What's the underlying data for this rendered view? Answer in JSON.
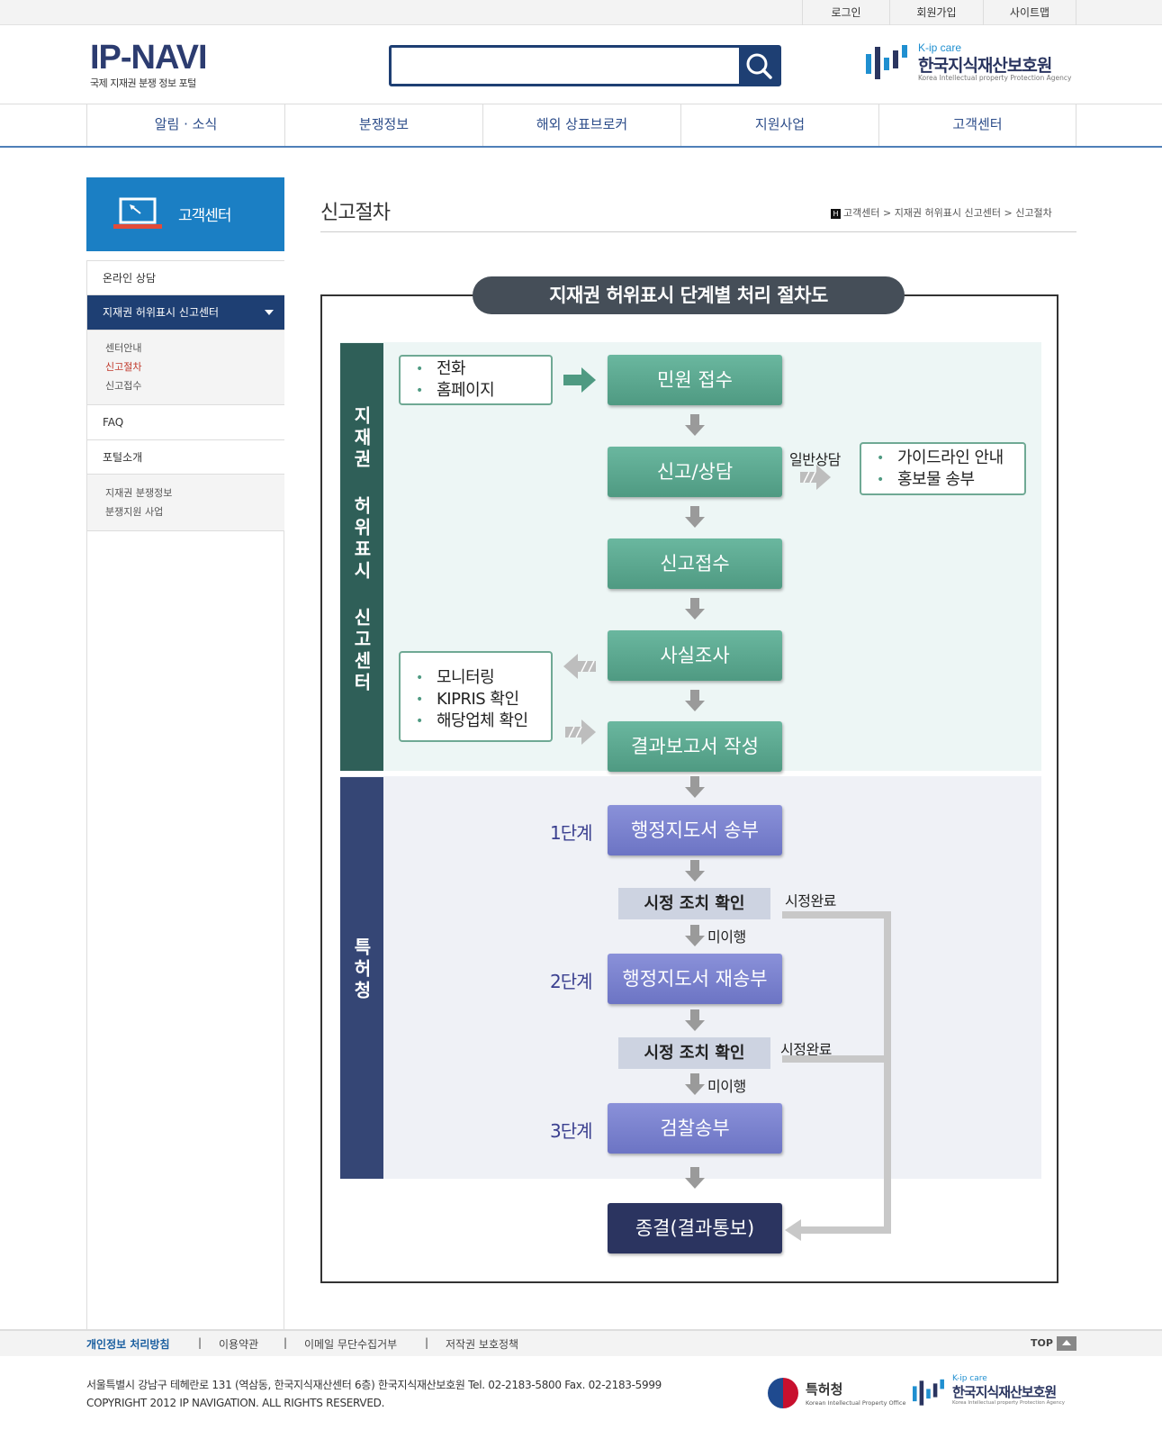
{
  "utility": {
    "login": "로그인",
    "join": "회원가입",
    "sitemap": "사이트맵"
  },
  "logo": {
    "main": "IP-NAVI",
    "sub": "국제 지재권 분쟁 정보 포털"
  },
  "search": {
    "placeholder": ""
  },
  "agency": {
    "small": "K-ip care",
    "name": "한국지식재산보호원",
    "english": "Korea Intellectual property Protection Agency"
  },
  "gnb": [
    "알림 · 소식",
    "분쟁정보",
    "해외 상표브로커",
    "지원사업",
    "고객센터"
  ],
  "lnb": {
    "title": "고객센터",
    "items": {
      "online": "온라인 상담",
      "report_center": "지재권 허위표시 신고센터",
      "sub1": "센터안내",
      "sub2": "신고절차",
      "sub3": "신고접수",
      "faq": "FAQ",
      "portal": "포털소개",
      "sub4": "지재권 분쟁정보",
      "sub5": "분쟁지원 사업"
    }
  },
  "page": {
    "title": "신고절차",
    "breadcrumb": "고객센터 > 지재권 허위표시 신고센터 > 신고절차"
  },
  "diagram": {
    "title": "지재권 허위표시 단계별 처리 절차도",
    "side1": "지재권 허위표시 신고센터",
    "side2": "특허청",
    "note_channels": [
      "전화",
      "홈페이지"
    ],
    "note_guides": [
      "가이드라인 안내",
      "홍보물 송부"
    ],
    "note_checks": [
      "모니터링",
      "KIPRIS 확인",
      "해당업체 확인"
    ],
    "steps": {
      "s1": "민원 접수",
      "s2": "신고/상담",
      "s3": "신고접수",
      "s4": "사실조사",
      "s5": "결과보고서 작성",
      "s6": "행정지도서 송부",
      "s7": "시정 조치 확인",
      "s8": "행정지도서 재송부",
      "s9": "시정 조치 확인",
      "s10": "검찰송부",
      "s11": "종결(결과통보)"
    },
    "labels": {
      "general": "일반상담",
      "done1": "시정완료",
      "done2": "시정완료",
      "notdone1": "미이행",
      "notdone2": "미이행",
      "stage1": "1단계",
      "stage2": "2단계",
      "stage3": "3단계"
    },
    "colors": {
      "green": "#5aa68d",
      "blue": "#7a82cf",
      "navy": "#2b3460",
      "sidegreen": "#2f5f58",
      "sideblue": "#354675"
    }
  },
  "footer": {
    "links": [
      "개인정보 처리방침",
      "이용약관",
      "이메일 무단수집거부",
      "저작권 보호정책"
    ],
    "top": "TOP",
    "address": "서울특별시 강남구 테헤란로 131 (역삼동, 한국지식재산센터 6층) 한국지식재산보호원 Tel. 02-2183-5800 Fax. 02-2183-5999",
    "copyright": "COPYRIGHT 2012 IP NAVIGATION. ALL RIGHTS RESERVED.",
    "kipo": "특허청",
    "kipo_en": "Korean Intellectual Property Office",
    "kip_small": "K-ip care",
    "kip_name": "한국지식재산보호원",
    "kip_en": "Korea Intellectual property Protection Agency"
  }
}
